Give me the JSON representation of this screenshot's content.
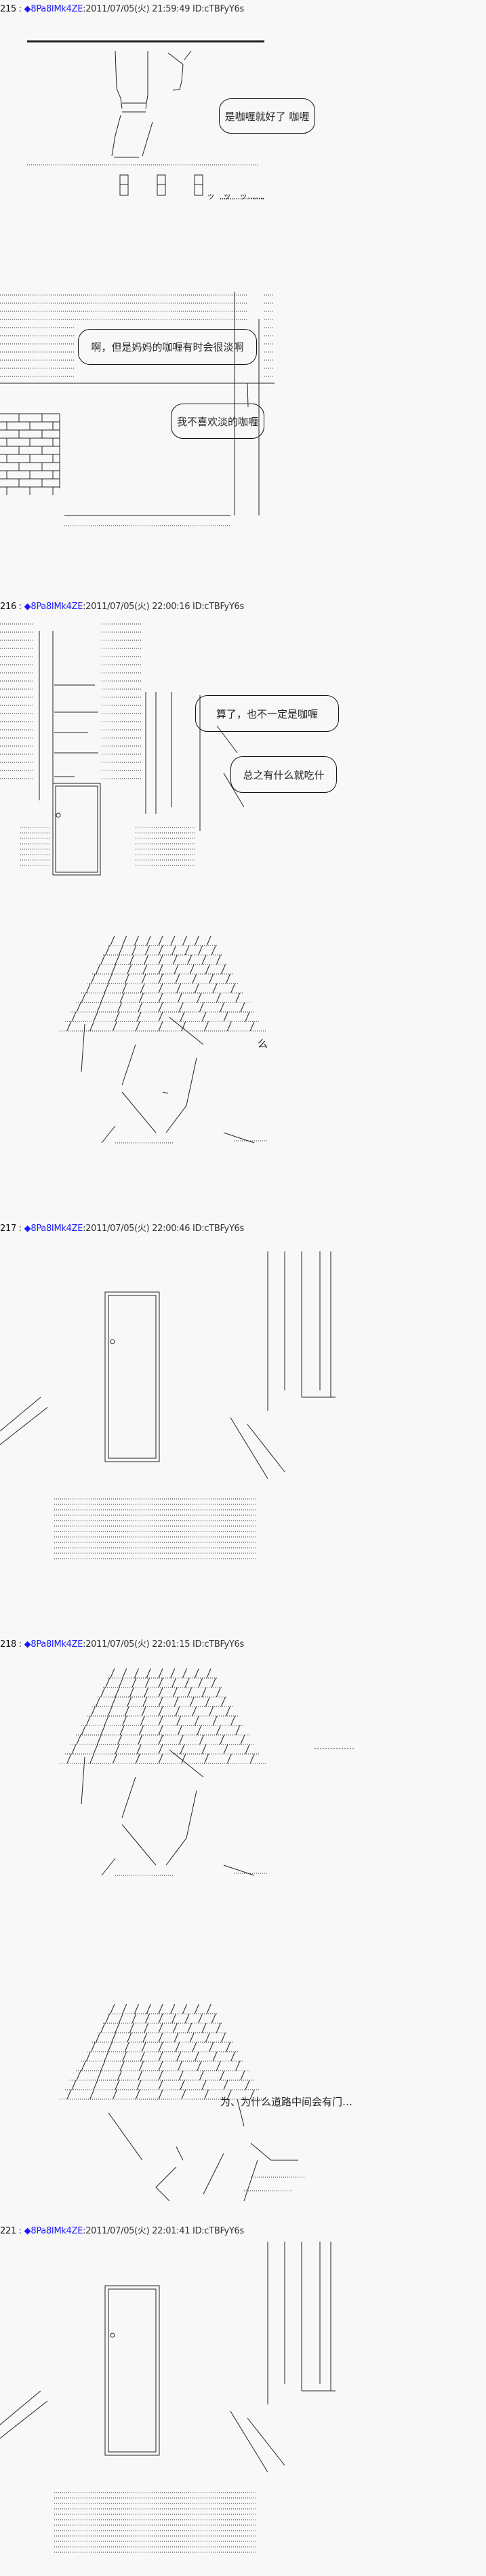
{
  "posts": [
    {
      "number": "215",
      "trip": "◆8Pa8IMk4ZE",
      "date": "2011/07/05(火) 21:59:49",
      "id": "ID:cTBFyY6s"
    },
    {
      "number": "216",
      "trip": "◆8Pa8IMk4ZE",
      "date": "2011/07/05(火) 22:00:16",
      "id": "ID:cTBFyY6s"
    },
    {
      "number": "217",
      "trip": "◆8Pa8IMk4ZE",
      "date": "2011/07/05(火) 22:00:46",
      "id": "ID:cTBFyY6s"
    },
    {
      "number": "218",
      "trip": "◆8Pa8IMk4ZE",
      "date": "2011/07/05(火) 22:01:15",
      "id": "ID:cTBFyY6s"
    },
    {
      "number": "221",
      "trip": "◆8Pa8IMk4ZE",
      "date": "2011/07/05(火) 22:01:41",
      "id": "ID:cTBFyY6s"
    }
  ],
  "dialogue": {
    "b1": "是咖喱就好了 咖喱",
    "sfx1": "ッ　ッ　ッ……",
    "b2": "啊，但是妈妈的咖喱有时会很淡啊",
    "b3": "我不喜欢淡的咖喱",
    "b4": "算了，也不一定是咖喱",
    "b5": "总之有什么就吃什",
    "s1": "么",
    "s2": "……………",
    "s3": "为、为什么道路中间会有门…"
  },
  "colors": {
    "background": "#f8f8f8",
    "trip": "#1a1aff",
    "text": "#222222"
  }
}
